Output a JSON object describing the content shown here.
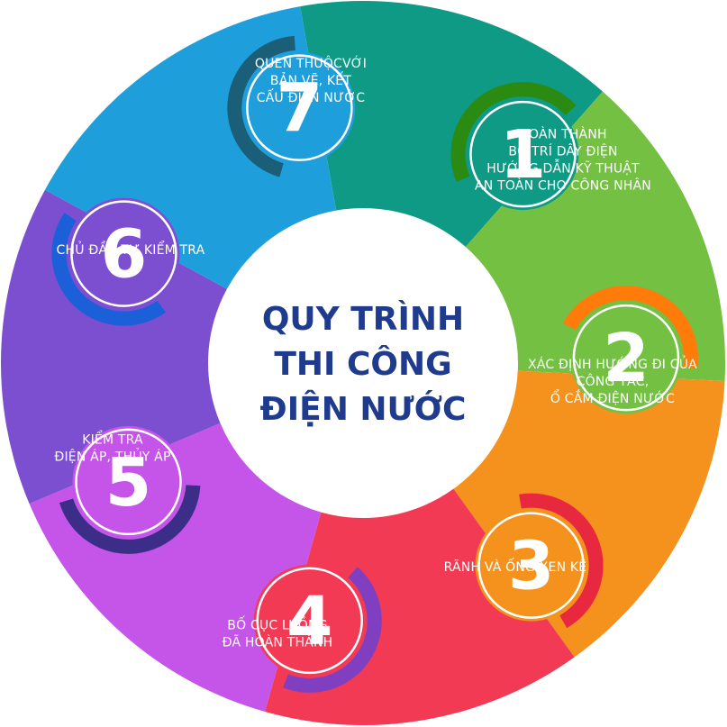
{
  "title_lines": [
    "QUY TRÌNH",
    "THI CÔNG",
    "ĐIỆN NƯỚC"
  ],
  "steps": [
    {
      "number": "1",
      "color": "#0e9a85",
      "accent": "#2a8a12",
      "lines": [
        "QUEN THUỘCVỚI",
        "BẢN VẼ,  KẾT",
        "CẤU ĐIỆN NƯỚC"
      ]
    },
    {
      "number": "2",
      "color": "#74c043",
      "accent": "#ff7b0a",
      "lines": [
        "HOÀN THÀNH",
        "BỐ TRÍ DÂY ĐIỆN",
        "HƯỚNG DẪN KỸ THUẬT",
        "AN TOÀN CHO CÔNG NHÂN"
      ]
    },
    {
      "number": "3",
      "color": "#f5921e",
      "accent": "#e8283e",
      "lines": [
        "XÁC ĐỊNH HƯỚNG ĐI CỦA",
        "CÔNG TẮC,",
        "Ổ CẮM ĐIỆN NƯỚC"
      ]
    },
    {
      "number": "4",
      "color": "#f23a55",
      "accent": "#7f3fc0",
      "lines": [
        "RÃNH VÀ ỐNG XEN KẼ"
      ]
    },
    {
      "number": "5",
      "color": "#c455e8",
      "accent": "#3c2d88",
      "lines": [
        "BỐ CỤC LUỒNG",
        "ĐÃ HOÀN THÀNH"
      ]
    },
    {
      "number": "6",
      "color": "#7b4fd0",
      "accent": "#1b5fd9",
      "lines": [
        "KIỂM TRA",
        "ĐIỆN ÁP, THỦY ÁP"
      ]
    },
    {
      "number": "7",
      "color": "#1e9fdb",
      "accent": "#1a5e77",
      "lines": [
        "CHỦ ĐẦU TƯ KIỂM TRA"
      ]
    }
  ]
}
